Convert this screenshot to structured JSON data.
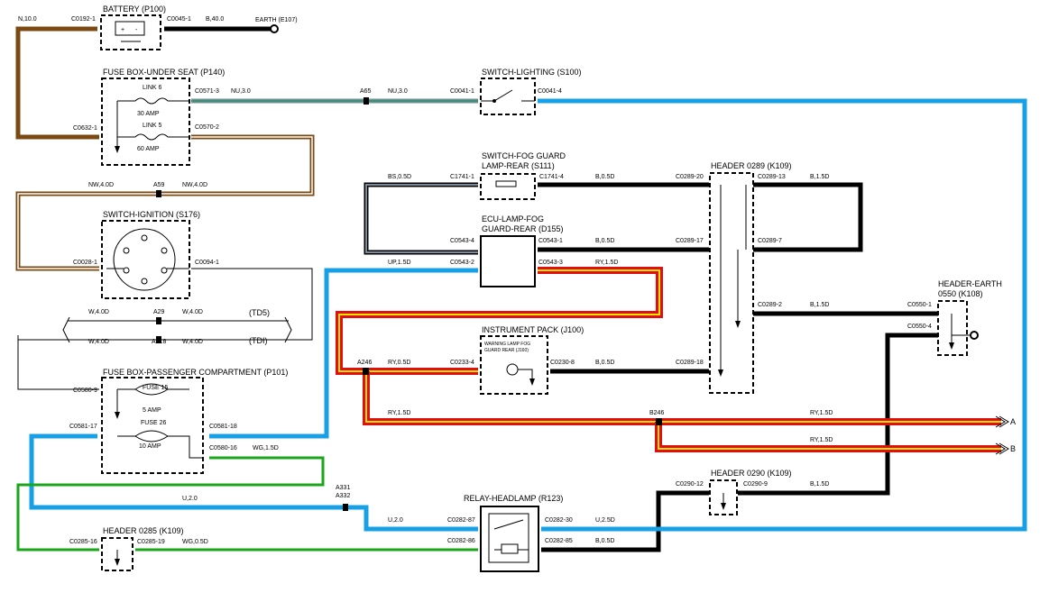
{
  "components": {
    "battery": "BATTERY (P100)",
    "fuse_box_under_seat": "FUSE BOX-UNDER SEAT (P140)",
    "link6": "LINK 6",
    "link6_rating": "30 AMP",
    "link5": "LINK 5",
    "link5_rating": "60 AMP",
    "switch_ignition": "SWITCH-IGNITION (S176)",
    "fuse_box_passenger": "FUSE BOX-PASSENGER COMPARTMENT (P101)",
    "fuse15": "FUSE 15",
    "fuse15_rating": "5 AMP",
    "fuse26": "FUSE 26",
    "fuse26_rating": "10 AMP",
    "header_0285": "HEADER 0285 (K109)",
    "switch_lighting": "SWITCH-LIGHTING (S100)",
    "switch_fog_line1": "SWITCH-FOG GUARD",
    "switch_fog_line2": "LAMP-REAR (S111)",
    "ecu_line1": "ECU-LAMP-FOG",
    "ecu_line2": "GUARD-REAR (D155)",
    "instrument_pack": "INSTRUMENT PACK (J100)",
    "warning_lamp_line1": "WARNING LAMP FOG",
    "warning_lamp_line2": "GUARD REAR (J160)",
    "relay_headlamp": "RELAY-HEADLAMP (R123)",
    "header_0289": "HEADER 0289 (K109)",
    "header_earth_line1": "HEADER-EARTH",
    "header_earth_line2": "0550 (K108)",
    "header_0290": "HEADER 0290 (K109)"
  },
  "connectors": {
    "c0192_1": "C0192-1",
    "c0045_1": "C0045-1",
    "earth_e107": "EARTH (E107)",
    "c0571_3": "C0571-3",
    "c0632_1": "C0632-1",
    "c0570_2": "C0570-2",
    "c0041_1": "C0041-1",
    "c0041_4": "C0041-4",
    "c0028_1": "C0028-1",
    "c0094_1": "C0094-1",
    "c0580_9": "C0580-9",
    "c0581_17": "C0581-17",
    "c0581_18": "C0581-18",
    "c0580_16": "C0580-16",
    "c0285_16": "C0285-16",
    "c0285_19": "C0285-19",
    "c1741_1": "C1741-1",
    "c1741_4": "C1741-4",
    "c0543_4": "C0543-4",
    "c0543_1": "C0543-1",
    "c0543_2": "C0543-2",
    "c0543_3": "C0543-3",
    "c0233_4": "C0233-4",
    "c0230_8": "C0230-8",
    "c0289_20": "C0289-20",
    "c0289_13": "C0289-13",
    "c0289_17": "C0289-17",
    "c0289_7": "C0289-7",
    "c0289_2": "C0289-2",
    "c0289_18": "C0289-18",
    "c0550_1": "C0550-1",
    "c0550_4": "C0550-4",
    "c0290_12": "C0290-12",
    "c0290_9": "C0290-9",
    "c0282_87": "C0282-87",
    "c0282_30": "C0282-30",
    "c0282_86": "C0282-86",
    "c0282_85": "C0282-85"
  },
  "wires": {
    "n_10": "N,10.0",
    "b_40": "B,40.0",
    "nu_3a": "NU,3.0",
    "nu_3b": "NU,3.0",
    "nw_4a": "NW,4.0D",
    "nw_4b": "NW,4.0D",
    "w_4a": "W,4.0D",
    "w_4b": "W,4.0D",
    "w_4c": "W,4.0D",
    "w_4d": "W,4.0D",
    "wg_1_5": "WG,1.5D",
    "wg_0_5": "WG,0.5D",
    "u_2a": "U,2.0",
    "u_2b": "U,2.0",
    "u_2_5": "U,2.5D",
    "bs_0_5": "BS,0.5D",
    "up_1_5": "UP,1.5D",
    "b_05a": "B,0.5D",
    "b_05b": "B,0.5D",
    "b_05c": "B,0.5D",
    "b_05d": "B,0.5D",
    "b_15a": "B,1.5D",
    "b_15b": "B,1.5D",
    "b_15c": "B,1.5D",
    "ry_15a": "RY,1.5D",
    "ry_05": "RY,0.5D",
    "ry_15b": "RY,1.5D",
    "ry_15c": "RY,1.5D",
    "ry_15d": "RY,1.5D"
  },
  "splices": {
    "a65": "A65",
    "a59": "A59",
    "a29": "A29",
    "a518": "A518",
    "a331": "A331",
    "a332": "A332",
    "a246": "A246",
    "b246": "B246"
  },
  "variants": {
    "td5": "(TD5)",
    "tdi": "(TDI)"
  },
  "continuations": {
    "a": "A",
    "b": "B"
  },
  "colors": {
    "brown": "#7a4a12",
    "black": "#000000",
    "blue": "#18a0e6",
    "green": "#1aa61a",
    "red": "#e01010",
    "yellow": "#f2e600",
    "slate": "#7a8a9a",
    "orange_white": "#c87a30"
  }
}
